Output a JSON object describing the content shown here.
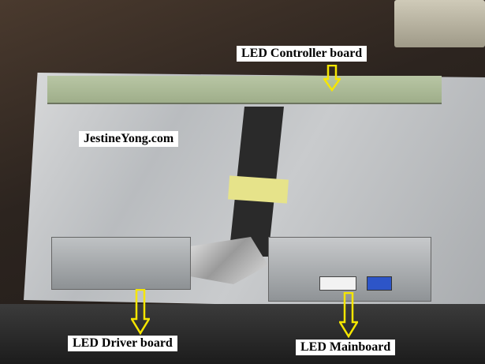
{
  "labels": {
    "controller": "LED Controller board",
    "website": "JestineYong.com",
    "driver": "LED Driver board",
    "mainboard": "LED Mainboard"
  },
  "colors": {
    "arrow": "#f5e600",
    "label_bg": "#ffffff"
  }
}
